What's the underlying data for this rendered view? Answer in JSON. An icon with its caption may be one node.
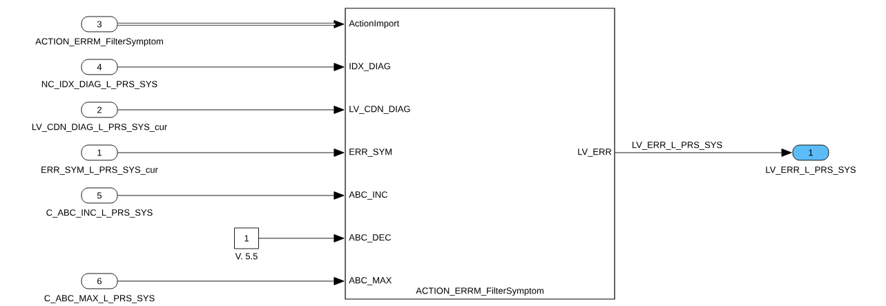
{
  "diagram": {
    "nodes": [
      {
        "text": [
          "3"
        ],
        "beside": [
          "ACTION_ERRM_FilterSymptom"
        ]
      },
      {
        "text": [
          "4"
        ],
        "beside": [
          "NC_IDX_DIAG_L_PRS_SYS"
        ]
      },
      {
        "text": [
          "2"
        ],
        "beside": [
          "LV_CDN_DIAG_L_PRS_SYS_cur"
        ]
      },
      {
        "text": [
          "1"
        ],
        "beside": [
          "ERR_SYM_L_PRS_SYS_cur"
        ]
      },
      {
        "text": [
          "5"
        ],
        "beside": [
          "C_ABC_INC_L_PRS_SYS"
        ]
      },
      {
        "text": [
          "1"
        ],
        "beside": [
          "V. 5.5"
        ]
      },
      {
        "text": [
          "6"
        ],
        "beside": [
          "C_ABC_MAX_L_PRS_SYS"
        ]
      },
      {
        "text": [
          "ActionImport",
          "IDX_DIAG",
          "LV_CDN_DIAG",
          "ERR_SYM",
          "ABC_INC",
          "ABC_DEC",
          "ABC_MAX",
          "LV_ERR",
          "ACTION_ERRM_FilterSymptom"
        ]
      },
      {
        "text": [
          "1"
        ],
        "beside": [
          "LV_ERR_L_PRS_SYS"
        ]
      }
    ],
    "edges": [
      {
        "from": 0,
        "to": 7,
        "arrow": "to",
        "style": "thick"
      },
      {
        "from": 1,
        "to": 7,
        "arrow": "to"
      },
      {
        "from": 2,
        "to": 7,
        "arrow": "to"
      },
      {
        "from": 3,
        "to": 7,
        "arrow": "to"
      },
      {
        "from": 4,
        "to": 7,
        "arrow": "to"
      },
      {
        "from": 5,
        "to": 7,
        "arrow": "to"
      },
      {
        "from": 6,
        "to": 7,
        "arrow": "to"
      },
      {
        "from": 7,
        "to": 8,
        "arrow": "to",
        "label": "LV_ERR_L_PRS_SYS"
      }
    ]
  }
}
